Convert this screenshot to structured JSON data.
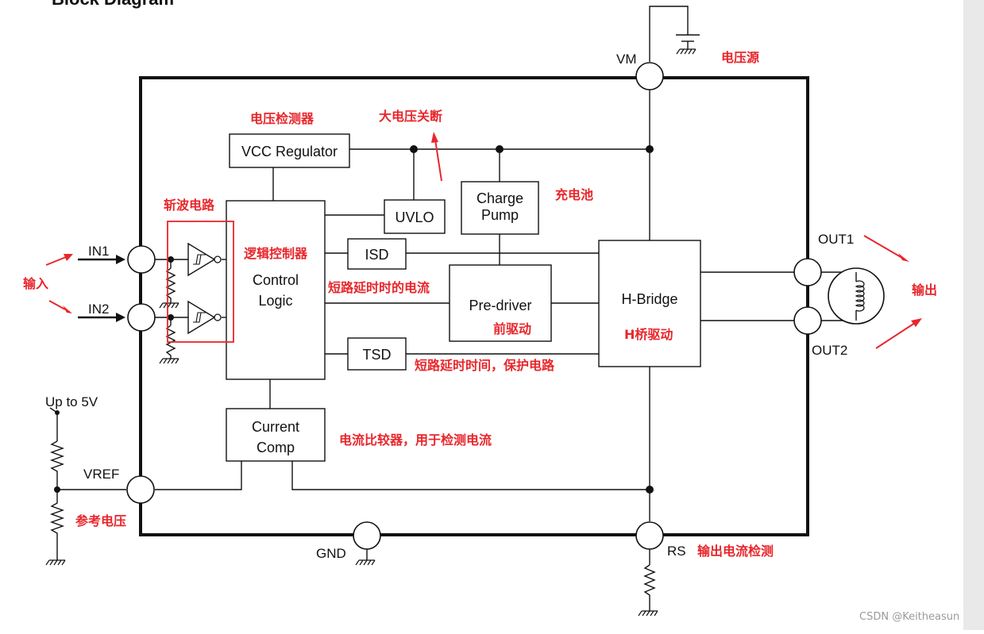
{
  "title": "Block Diagram",
  "blocks": {
    "vcc_regulator": "VCC Regulator",
    "uvlo": "UVLO",
    "charge_pump": [
      "Charge",
      "Pump"
    ],
    "control_logic": [
      "Control",
      "Logic"
    ],
    "isd": "ISD",
    "tsd": "TSD",
    "pre_driver": "Pre-driver",
    "h_bridge": "H-Bridge",
    "current_comp": [
      "Current",
      "Comp"
    ]
  },
  "pins": {
    "vm": "VM",
    "in1": "IN1",
    "in2": "IN2",
    "vref": "VREF",
    "gnd": "GND",
    "rs": "RS",
    "out1": "OUT1",
    "out2": "OUT2",
    "up_to_5v": "Up to 5V"
  },
  "annotations": {
    "voltage_source": "电压源",
    "voltage_detector": "电压检测器",
    "high_voltage_shutdown": "大电压关断",
    "charge_pump": "充电池",
    "chopper_circuit": "斩波电路",
    "logic_controller": "逻辑控制器",
    "short_delay_current": "短路延时时的电流",
    "pre_driver": "前驱动",
    "h_bridge_driver": "H桥驱动",
    "short_delay_protection": "短路延时时间，保护电路",
    "current_comparator": "电流比较器，用于检测电流",
    "input": "输入",
    "output": "输出",
    "reference_voltage": "参考电压",
    "output_current_detect": "输出电流检测"
  },
  "watermark": "CSDN @Keitheasun",
  "colors": {
    "annotation": "#e8262b",
    "line": "#111111"
  }
}
